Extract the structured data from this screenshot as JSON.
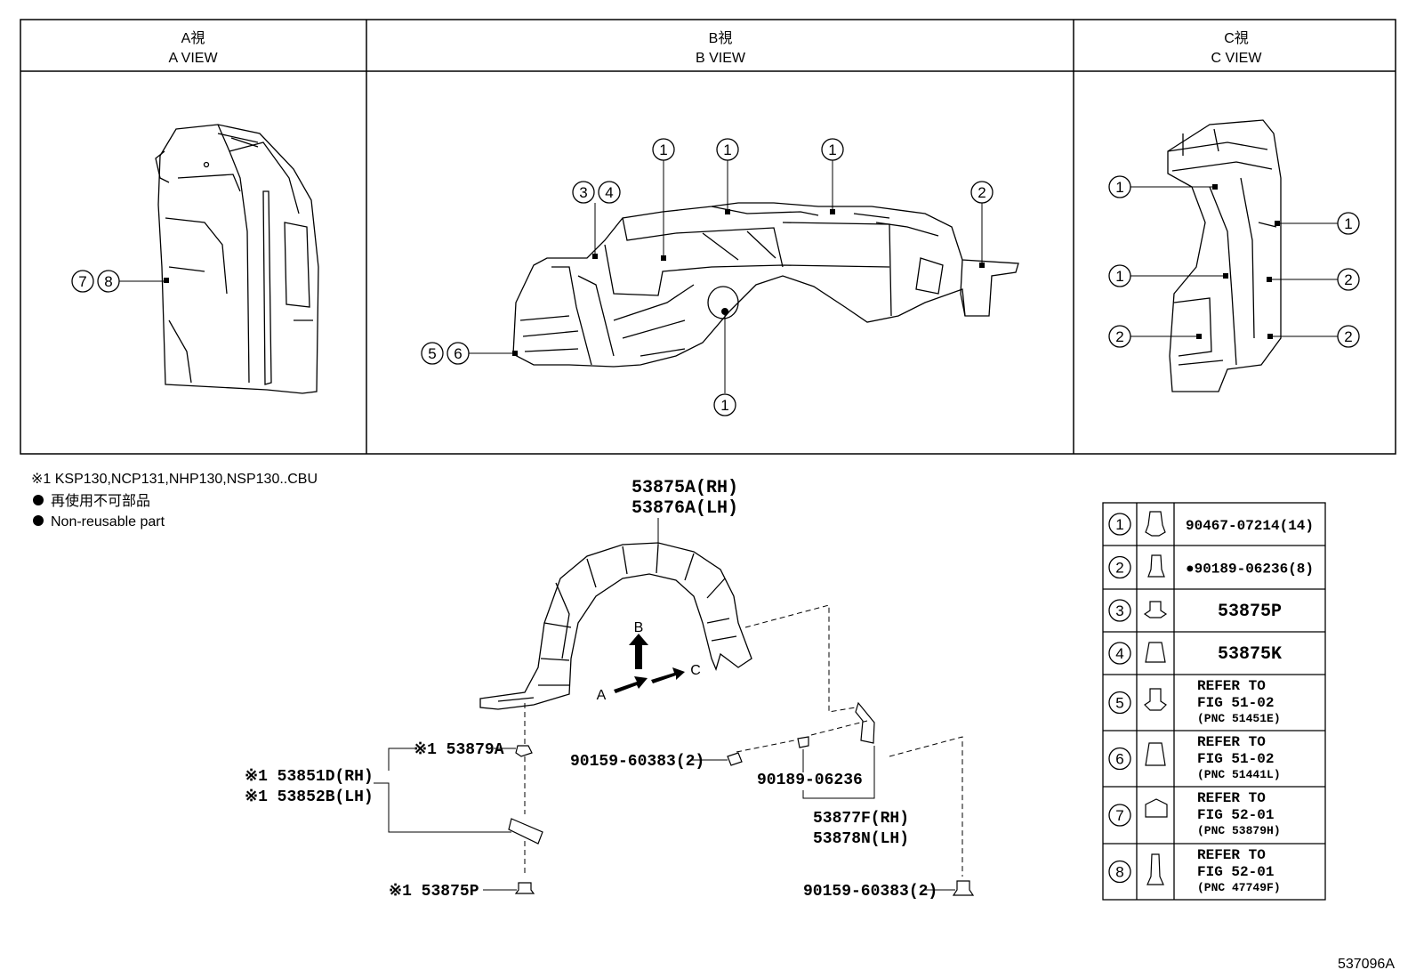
{
  "views": [
    {
      "jp": "A視",
      "en": "A VIEW"
    },
    {
      "jp": "B視",
      "en": "B VIEW"
    },
    {
      "jp": "C視",
      "en": "C VIEW"
    }
  ],
  "a_view_callouts": [
    "7",
    "8"
  ],
  "b_view_callouts": {
    "one": "1",
    "two": "2",
    "three": "3",
    "four": "4",
    "five": "5",
    "six": "6"
  },
  "c_view_callouts": {
    "one": "1",
    "two": "2"
  },
  "notes": {
    "models": "※1 KSP130,NCP131,NHP130,NSP130..CBU",
    "nonreusable_jp": "再使用不可部品",
    "nonreusable_en": "Non-reusable part"
  },
  "main_part": {
    "rh": "53875A(RH)",
    "lh": "53876A(LH)"
  },
  "direction_labels": {
    "a": "A",
    "b": "B",
    "c": "C"
  },
  "parts": {
    "p53879a": "※1 53879A",
    "p53851d": "※1 53851D(RH)",
    "p53852b": "※1 53852B(LH)",
    "p53875p": "※1 53875P",
    "p90159_a": "90159-60383(2)",
    "p90189": "90189-06236",
    "p53877f": "53877F(RH)",
    "p53878n": "53878N(LH)",
    "p90159_b": "90159-60383(2)"
  },
  "legend": [
    {
      "num": "1",
      "line1": "90467-07214(14)",
      "line2": "",
      "line3": ""
    },
    {
      "num": "2",
      "line1": "●90189-06236(8)",
      "line2": "",
      "line3": ""
    },
    {
      "num": "3",
      "line1": "53875P",
      "line2": "",
      "line3": ""
    },
    {
      "num": "4",
      "line1": "53875K",
      "line2": "",
      "line3": ""
    },
    {
      "num": "5",
      "line1": "REFER TO",
      "line2": "FIG 51-02",
      "line3": "(PNC 51451E)"
    },
    {
      "num": "6",
      "line1": "REFER TO",
      "line2": "FIG 51-02",
      "line3": "(PNC 51441L)"
    },
    {
      "num": "7",
      "line1": "REFER TO",
      "line2": "FIG 52-01",
      "line3": "(PNC 53879H)"
    },
    {
      "num": "8",
      "line1": "REFER TO",
      "line2": "FIG 52-01",
      "line3": "(PNC 47749F)"
    }
  ],
  "diagram_code": "537096A"
}
